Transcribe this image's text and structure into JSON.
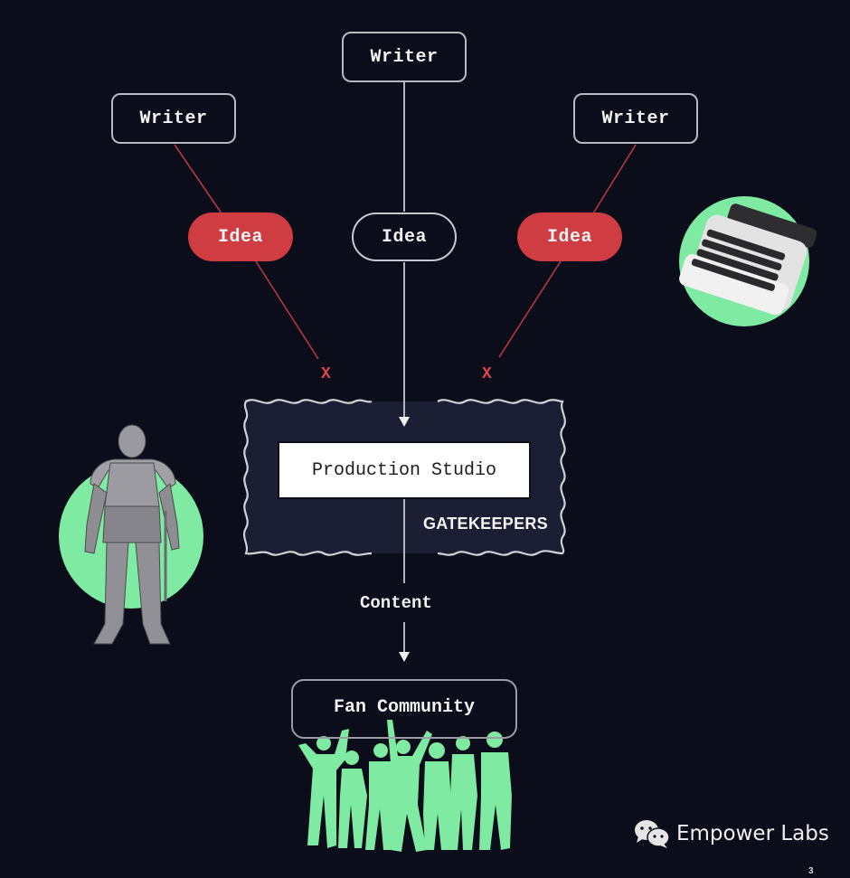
{
  "diagram": {
    "writers": [
      {
        "label": "Writer"
      },
      {
        "label": "Writer"
      },
      {
        "label": "Writer"
      }
    ],
    "ideas": [
      {
        "label": "Idea",
        "status": "rejected"
      },
      {
        "label": "Idea",
        "status": "accepted"
      },
      {
        "label": "Idea",
        "status": "rejected"
      }
    ],
    "rejection_marks": [
      "X",
      "X"
    ],
    "studio": {
      "label": "Production Studio",
      "group_label": "GATEKEEPERS"
    },
    "flow_label": "Content",
    "audience": {
      "label": "Fan Community"
    },
    "illustrations": {
      "left": "knight-armor",
      "right": "typewriter",
      "bottom": "crowd-silhouettes"
    }
  },
  "colors": {
    "background": "#0c0d1a",
    "reject_red": "#cf3c42",
    "accent_green": "#7eeaa2",
    "line_gray": "#c8c8d0",
    "studio_panel": "#1c1e33"
  },
  "footer": {
    "brand_icon": "wechat-icon",
    "brand": "Empower Labs",
    "page_number": "3"
  }
}
